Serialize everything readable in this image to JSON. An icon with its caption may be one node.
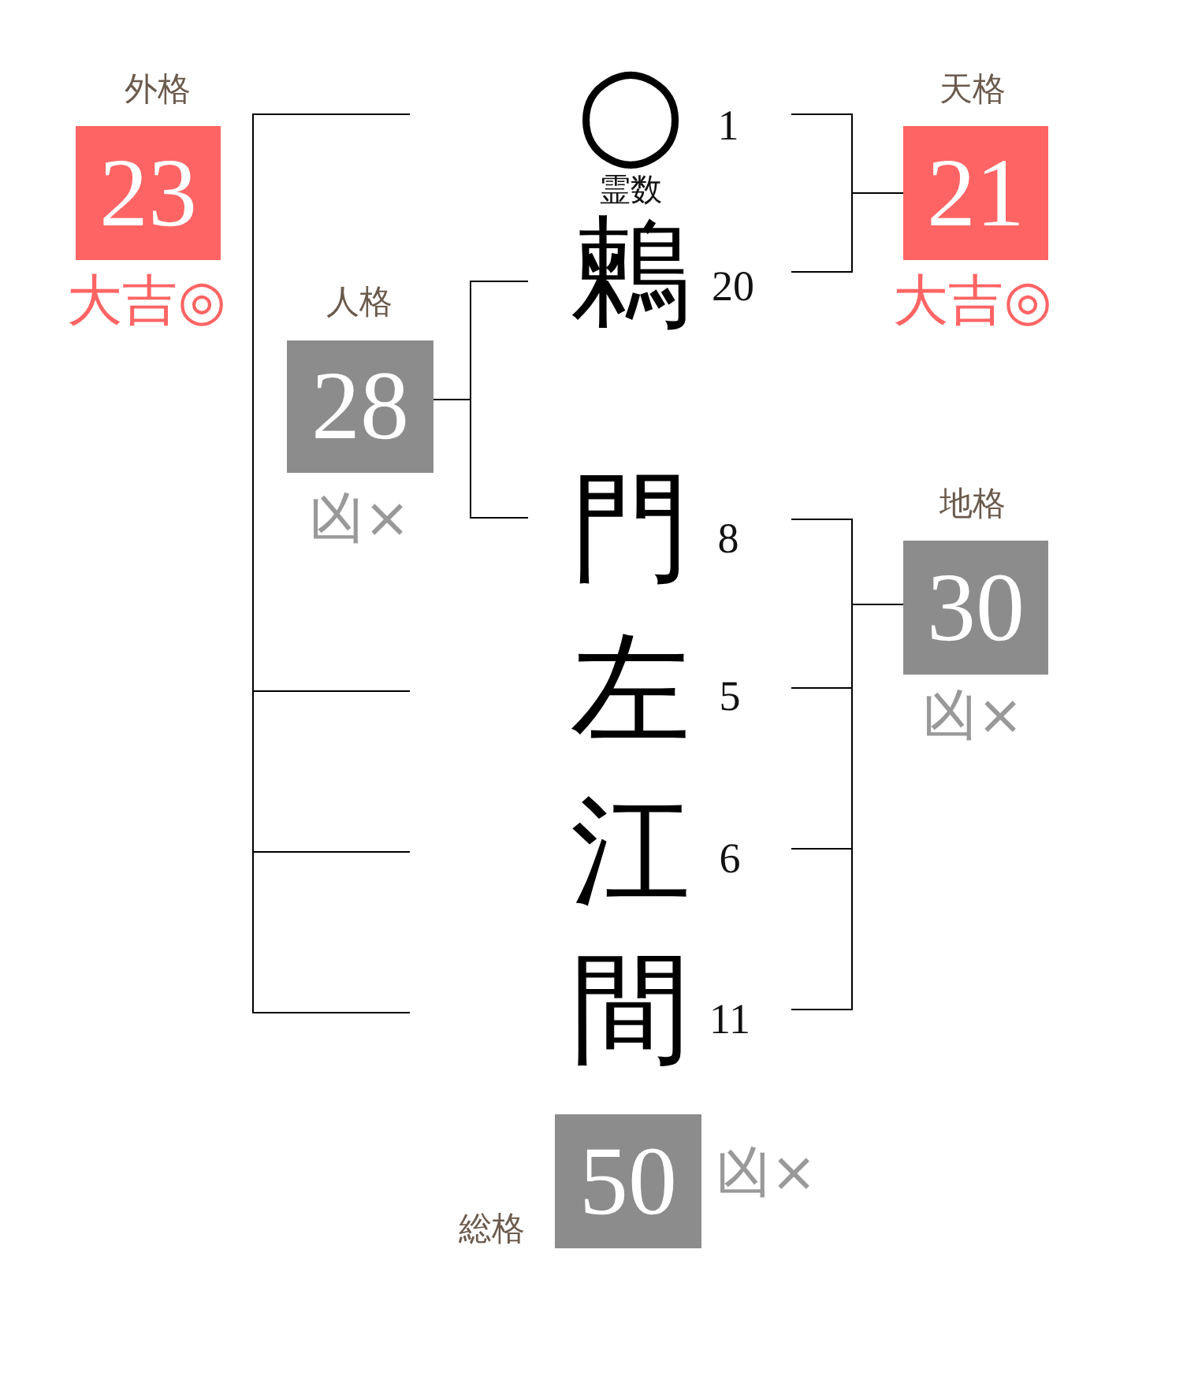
{
  "diagram": {
    "nodes": [
      {
        "text": [
          "外格",
          "23"
        ],
        "beside": [
          "大吉◎"
        ]
      },
      {
        "text": [
          "天格",
          "21"
        ],
        "beside": [
          "大吉◎"
        ]
      },
      {
        "text": [
          "人格",
          "28"
        ],
        "beside": [
          "凶×"
        ]
      },
      {
        "text": [
          "地格",
          "30"
        ],
        "beside": [
          "凶×"
        ]
      },
      {
        "text": [
          "総格",
          "50"
        ],
        "beside": [
          "凶×"
        ]
      }
    ],
    "labels": [
      "○",
      "1",
      "霊数",
      "鶫",
      "20",
      "門",
      "8",
      "左",
      "5",
      "江",
      "6",
      "間",
      "11"
    ]
  }
}
